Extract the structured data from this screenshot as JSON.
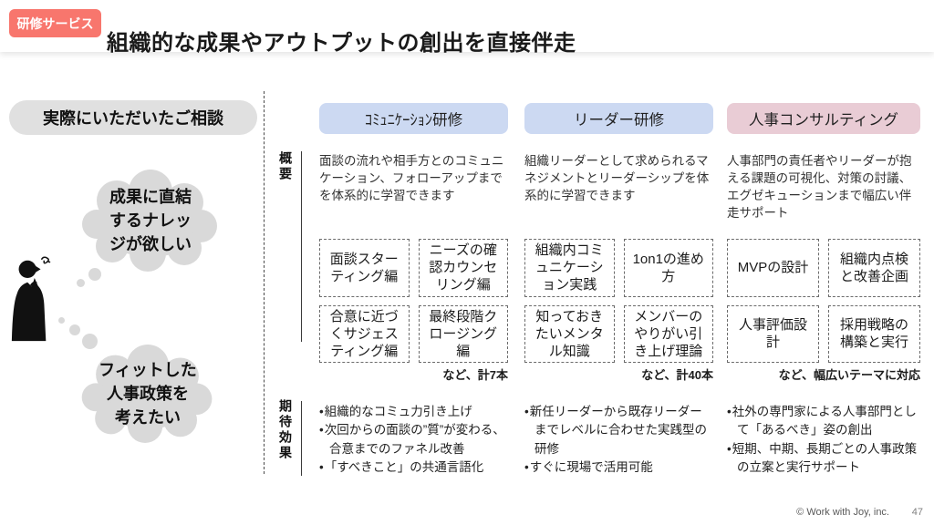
{
  "slide": {
    "badge": "研修サービス",
    "title": "組織的な成果やアウトプットの創出を直接伴走"
  },
  "colors": {
    "badge_red": "#f8766d",
    "training_blue": "#ccd9f2",
    "consulting_pink": "#e9ccd5",
    "bubble_gray": "#d9d9d9",
    "pill_gray": "#e0e0e0"
  },
  "left_panel": {
    "heading": "実際にいただいたご相談",
    "thought_bubbles": [
      "成果に直結\nするナレッ\nジが欲しい",
      "フィットした\n人事政策を\n考えたい"
    ]
  },
  "matrix": {
    "row_labels": {
      "overview": "概要",
      "expected_effects": "期待効果"
    },
    "columns": [
      {
        "header": "ｺﾐｭﾆｹｰｼｮﾝ研修",
        "header_color": "#ccd9f2",
        "overview": "面談の流れや相手方とのコミュニケーション、フォローアップまでを体系的に学習できます",
        "courses": [
          "面談スターティング編",
          "ニーズの確認カウンセリング編",
          "合意に近づくサジェスティング編",
          "最終段階クロージング編"
        ],
        "note": "など、計7本",
        "effects": [
          "組織的なコミュ力引き上げ",
          "次回からの面談の”質”が変わる、合意までのファネル改善",
          "「すべきこと」の共通言語化"
        ]
      },
      {
        "header": "リーダー研修",
        "header_color": "#ccd9f2",
        "overview": "組織リーダーとして求められるマネジメントとリーダーシップを体系的に学習できます",
        "courses": [
          "組織内コミュニケーション実践",
          "1on1の進め方",
          "知っておきたいメンタル知識",
          "メンバーのやりがい引き上げ理論"
        ],
        "note": "など、計40本",
        "effects": [
          "新任リーダーから既存リーダーまでレベルに合わせた実践型の研修",
          "すぐに現場で活用可能"
        ]
      },
      {
        "header": "人事コンサルティング",
        "header_color": "#e9ccd5",
        "overview": "人事部門の責任者やリーダーが抱える課題の可視化、対策の討議、エグゼキューションまで幅広い伴走サポート",
        "courses": [
          "MVPの設計",
          "組織内点検と改善企画",
          "人事評価設計",
          "採用戦略の構築と実行"
        ],
        "note": "など、幅広いテーマに対応",
        "effects": [
          "社外の専門家による人事部門として「あるべき」姿の創出",
          "短期、中期、長期ごとの人事政策の立案と実行サポート"
        ]
      }
    ]
  },
  "footer": {
    "copyright": "© Work with Joy, inc.",
    "page": "47"
  }
}
